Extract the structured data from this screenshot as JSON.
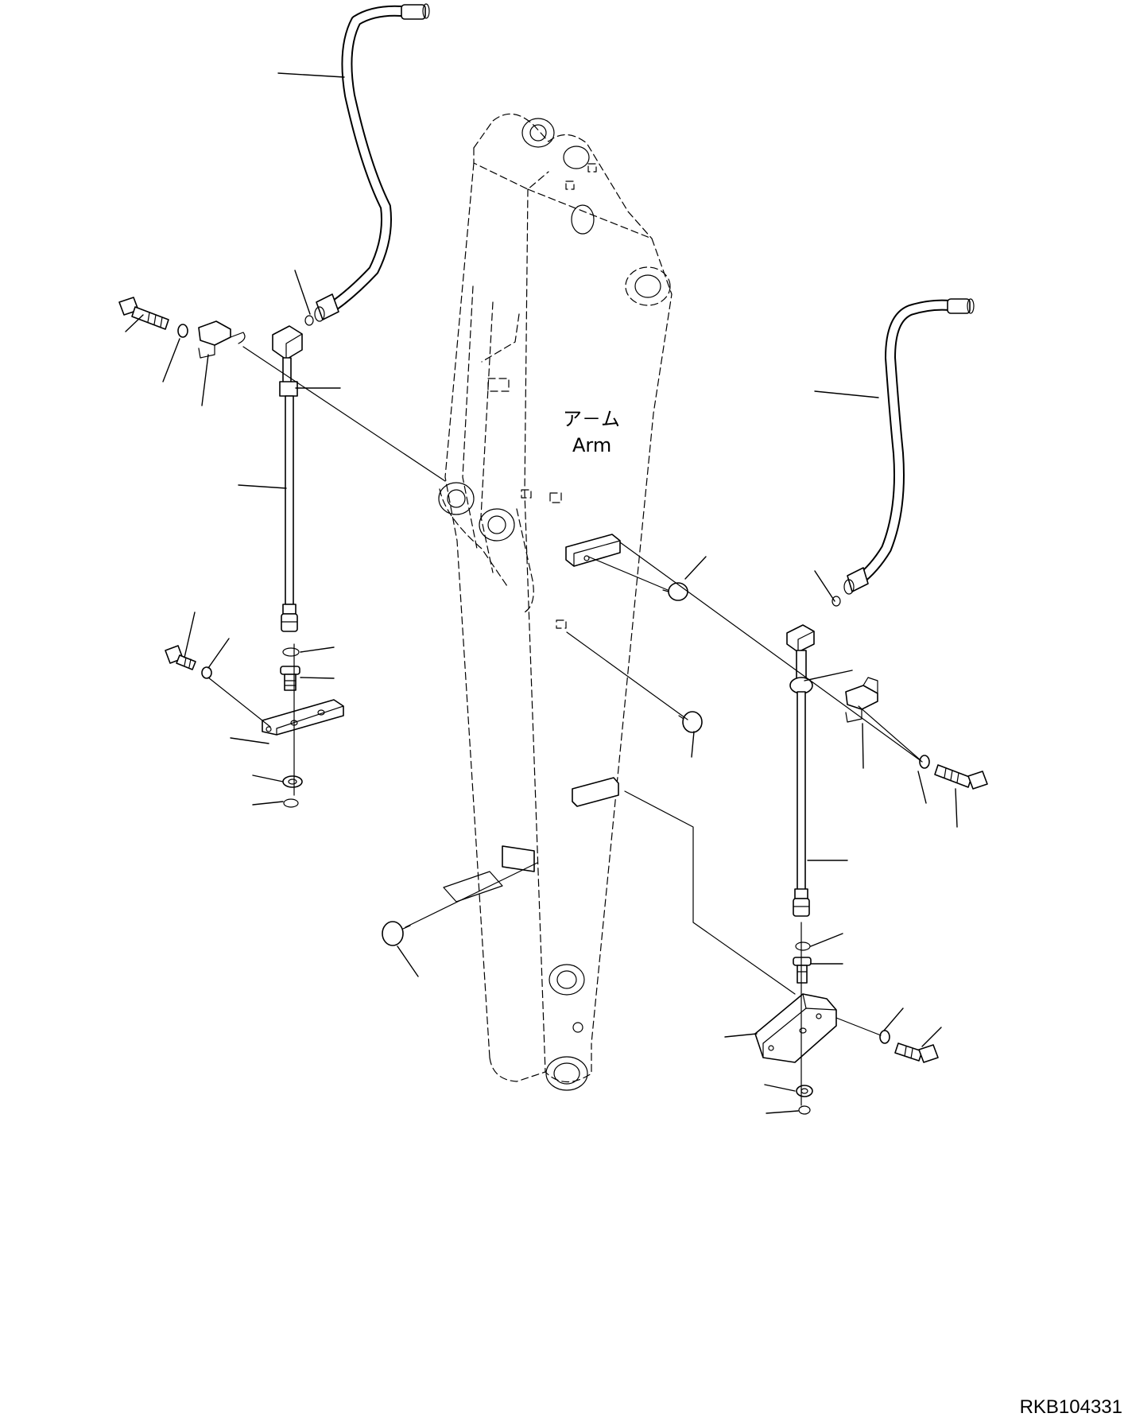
{
  "labels": {
    "arm_jp": "ア－ム",
    "arm_en": "Arm"
  },
  "drawing_code": "RKB104331"
}
